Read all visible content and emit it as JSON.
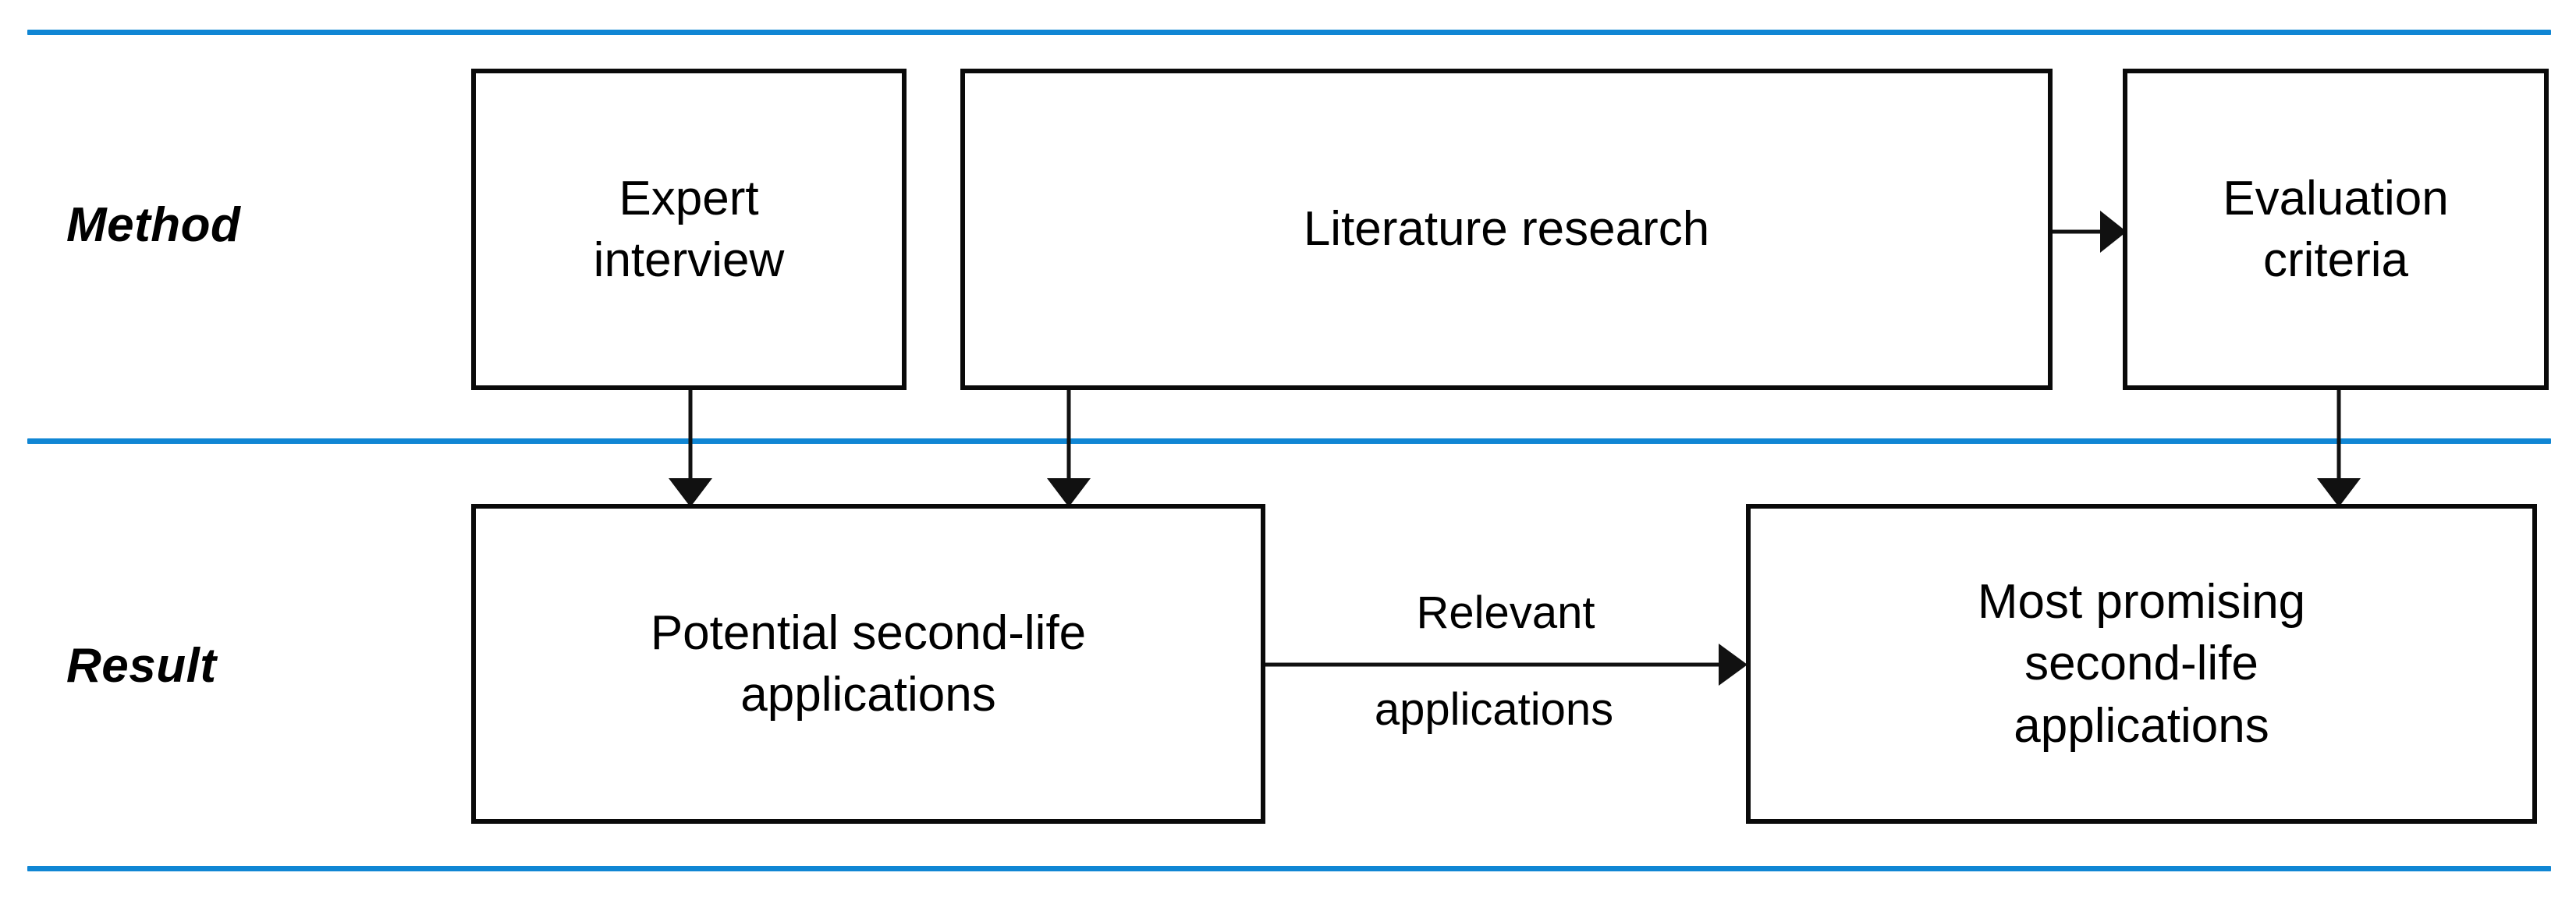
{
  "diagram": {
    "title": "Method and Result research flow",
    "accent_color": "#1086d4",
    "line_color": "#111111",
    "box_border_color": "#0a0a0a",
    "background_color": "#ffffff",
    "rows": [
      {
        "id": "method",
        "label": "Method"
      },
      {
        "id": "result",
        "label": "Result"
      }
    ],
    "boxes": [
      {
        "id": "expert-interview",
        "row": "method",
        "line1": "Expert",
        "line2": "interview"
      },
      {
        "id": "literature-research",
        "row": "method",
        "line1": "Literature research",
        "line2": ""
      },
      {
        "id": "evaluation-criteria",
        "row": "method",
        "line1": "Evaluation",
        "line2": "criteria"
      },
      {
        "id": "potential-apps",
        "row": "result",
        "line1": "Potential second-life",
        "line2": "applications"
      },
      {
        "id": "most-promising",
        "row": "result",
        "line1": "Most promising",
        "line2": "second-life",
        "line3": "applications"
      }
    ],
    "edges": [
      {
        "id": "literature-to-evaluation",
        "from": "literature-research",
        "to": "evaluation-criteria",
        "label": ""
      },
      {
        "id": "expert-to-potential",
        "from": "expert-interview",
        "to": "potential-apps",
        "label": ""
      },
      {
        "id": "literature-to-potential",
        "from": "literature-research",
        "to": "potential-apps",
        "label": ""
      },
      {
        "id": "evaluation-to-promising",
        "from": "evaluation-criteria",
        "to": "most-promising",
        "label": ""
      },
      {
        "id": "potential-to-promising",
        "from": "potential-apps",
        "to": "most-promising",
        "label_line1": "Relevant",
        "label_line2": "applications"
      }
    ],
    "separators": [
      {
        "id": "rule-top"
      },
      {
        "id": "rule-middle"
      },
      {
        "id": "rule-bottom"
      }
    ]
  }
}
